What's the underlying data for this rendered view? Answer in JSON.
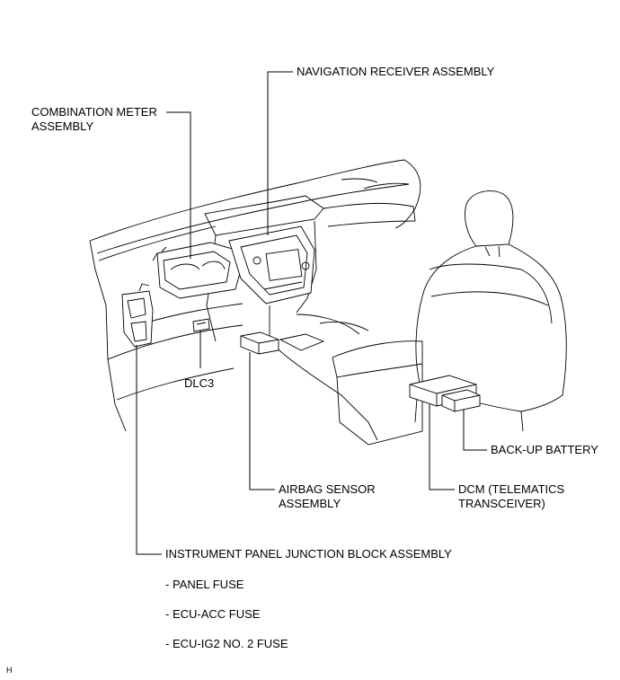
{
  "labels": {
    "navigation_receiver": "NAVIGATION RECEIVER ASSEMBLY",
    "combination_meter_1": "COMBINATION METER",
    "combination_meter_2": "ASSEMBLY",
    "dlc3": "DLC3",
    "back_up_battery": "BACK-UP BATTERY",
    "airbag_sensor_1": "AIRBAG SENSOR",
    "airbag_sensor_2": "ASSEMBLY",
    "dcm_1": "DCM (TELEMATICS",
    "dcm_2": "TRANSCEIVER)",
    "junction_block": "INSTRUMENT PANEL JUNCTION BLOCK ASSEMBLY"
  },
  "fuses": [
    "- PANEL FUSE",
    "- ECU-ACC FUSE",
    "- ECU-IG2 NO. 2 FUSE"
  ],
  "corner_mark": "H"
}
